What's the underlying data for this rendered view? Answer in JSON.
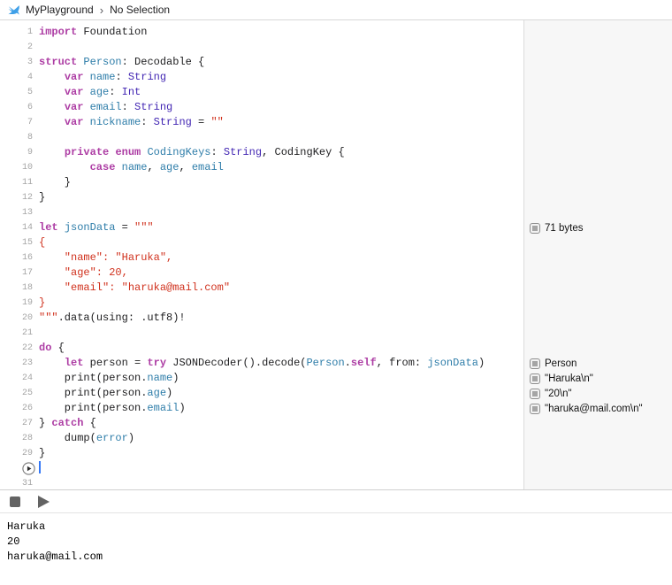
{
  "jump_bar": {
    "file_label": "MyPlayground",
    "separator": "›",
    "selection_label": "No Selection",
    "icon_color": "#3fa0e8"
  },
  "editor": {
    "cursor_line": 30,
    "syntax_colors": {
      "keyword": "#ad3da4",
      "identifier_teal": "#2e7da9",
      "type_purple": "#4226b3",
      "string_red": "#d0311d",
      "plain": "#1d1d1f"
    },
    "lines": [
      {
        "n": 1,
        "segs": [
          [
            "k",
            "import"
          ],
          [
            "d",
            " Foundation"
          ]
        ]
      },
      {
        "n": 2,
        "segs": []
      },
      {
        "n": 3,
        "segs": [
          [
            "k",
            "struct"
          ],
          [
            "d",
            " "
          ],
          [
            "t",
            "Person"
          ],
          [
            "d",
            ": Decodable {"
          ]
        ]
      },
      {
        "n": 4,
        "segs": [
          [
            "d",
            "    "
          ],
          [
            "k",
            "var"
          ],
          [
            "d",
            " "
          ],
          [
            "t",
            "name"
          ],
          [
            "d",
            ": "
          ],
          [
            "p",
            "String"
          ]
        ]
      },
      {
        "n": 5,
        "segs": [
          [
            "d",
            "    "
          ],
          [
            "k",
            "var"
          ],
          [
            "d",
            " "
          ],
          [
            "t",
            "age"
          ],
          [
            "d",
            ": "
          ],
          [
            "p",
            "Int"
          ]
        ]
      },
      {
        "n": 6,
        "segs": [
          [
            "d",
            "    "
          ],
          [
            "k",
            "var"
          ],
          [
            "d",
            " "
          ],
          [
            "t",
            "email"
          ],
          [
            "d",
            ": "
          ],
          [
            "p",
            "String"
          ]
        ]
      },
      {
        "n": 7,
        "segs": [
          [
            "d",
            "    "
          ],
          [
            "k",
            "var"
          ],
          [
            "d",
            " "
          ],
          [
            "t",
            "nickname"
          ],
          [
            "d",
            ": "
          ],
          [
            "p",
            "String"
          ],
          [
            "d",
            " = "
          ],
          [
            "s",
            "\"\""
          ]
        ]
      },
      {
        "n": 8,
        "segs": []
      },
      {
        "n": 9,
        "segs": [
          [
            "d",
            "    "
          ],
          [
            "k",
            "private"
          ],
          [
            "d",
            " "
          ],
          [
            "k",
            "enum"
          ],
          [
            "d",
            " "
          ],
          [
            "t",
            "CodingKeys"
          ],
          [
            "d",
            ": "
          ],
          [
            "p",
            "String"
          ],
          [
            "d",
            ", CodingKey {"
          ]
        ]
      },
      {
        "n": 10,
        "segs": [
          [
            "d",
            "        "
          ],
          [
            "k",
            "case"
          ],
          [
            "d",
            " "
          ],
          [
            "t",
            "name"
          ],
          [
            "d",
            ", "
          ],
          [
            "t",
            "age"
          ],
          [
            "d",
            ", "
          ],
          [
            "t",
            "email"
          ]
        ]
      },
      {
        "n": 11,
        "segs": [
          [
            "d",
            "    }"
          ]
        ]
      },
      {
        "n": 12,
        "segs": [
          [
            "d",
            "}"
          ]
        ]
      },
      {
        "n": 13,
        "segs": []
      },
      {
        "n": 14,
        "segs": [
          [
            "k",
            "let"
          ],
          [
            "d",
            " "
          ],
          [
            "t",
            "jsonData"
          ],
          [
            "d",
            " = "
          ],
          [
            "s",
            "\"\"\""
          ]
        ]
      },
      {
        "n": 15,
        "segs": [
          [
            "s",
            "{"
          ]
        ]
      },
      {
        "n": 16,
        "segs": [
          [
            "s",
            "    \"name\": \"Haruka\","
          ]
        ]
      },
      {
        "n": 17,
        "segs": [
          [
            "s",
            "    \"age\": 20,"
          ]
        ]
      },
      {
        "n": 18,
        "segs": [
          [
            "s",
            "    \"email\": \"haruka@mail.com\""
          ]
        ]
      },
      {
        "n": 19,
        "segs": [
          [
            "s",
            "}"
          ]
        ]
      },
      {
        "n": 20,
        "segs": [
          [
            "s",
            "\"\"\""
          ],
          [
            "d",
            ".data(using: .utf8)!"
          ]
        ]
      },
      {
        "n": 21,
        "segs": []
      },
      {
        "n": 22,
        "segs": [
          [
            "k",
            "do"
          ],
          [
            "d",
            " {"
          ]
        ]
      },
      {
        "n": 23,
        "segs": [
          [
            "d",
            "    "
          ],
          [
            "k",
            "let"
          ],
          [
            "d",
            " person = "
          ],
          [
            "k",
            "try"
          ],
          [
            "d",
            " JSONDecoder().decode("
          ],
          [
            "t",
            "Person"
          ],
          [
            "d",
            "."
          ],
          [
            "k",
            "self"
          ],
          [
            "d",
            ", from: "
          ],
          [
            "t",
            "jsonData"
          ],
          [
            "d",
            ")"
          ]
        ]
      },
      {
        "n": 24,
        "segs": [
          [
            "d",
            "    print(person."
          ],
          [
            "t",
            "name"
          ],
          [
            "d",
            ")"
          ]
        ]
      },
      {
        "n": 25,
        "segs": [
          [
            "d",
            "    print(person."
          ],
          [
            "t",
            "age"
          ],
          [
            "d",
            ")"
          ]
        ]
      },
      {
        "n": 26,
        "segs": [
          [
            "d",
            "    print(person."
          ],
          [
            "t",
            "email"
          ],
          [
            "d",
            ")"
          ]
        ]
      },
      {
        "n": 27,
        "segs": [
          [
            "d",
            "} "
          ],
          [
            "k",
            "catch"
          ],
          [
            "d",
            " {"
          ]
        ]
      },
      {
        "n": 28,
        "segs": [
          [
            "d",
            "    dump("
          ],
          [
            "t",
            "error"
          ],
          [
            "d",
            ")"
          ]
        ]
      },
      {
        "n": 29,
        "segs": [
          [
            "d",
            "}"
          ]
        ]
      },
      {
        "n": 30,
        "segs": [],
        "cursor": true,
        "play_gutter": true
      },
      {
        "n": 31,
        "segs": []
      }
    ]
  },
  "results_sidebar": {
    "items": [
      {
        "line": 14,
        "label": "71 bytes"
      },
      {
        "line": 23,
        "label": "Person"
      },
      {
        "line": 24,
        "label": "\"Haruka\\n\""
      },
      {
        "line": 25,
        "label": "\"20\\n\""
      },
      {
        "line": 26,
        "label": "\"haruka@mail.com\\n\""
      }
    ]
  },
  "debug_bar": {
    "stop_button": "stop",
    "play_button": "execute-playground"
  },
  "console": {
    "lines": [
      "Haruka",
      "20",
      "haruka@mail.com"
    ]
  }
}
